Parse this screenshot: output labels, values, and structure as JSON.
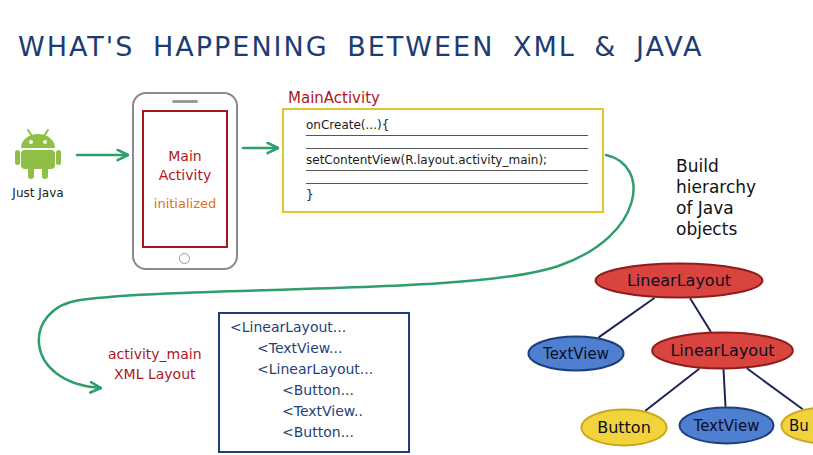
{
  "diagram": {
    "title": "WHAT'S HAPPENING BETWEEN XML & JAVA",
    "nodes": [
      {
        "text": [
          "Just Java"
        ]
      },
      {
        "text": [
          "Main Activity",
          "initialized"
        ]
      },
      {
        "text": [
          "MainActivity",
          "onCreate(...){",
          "setContentView(R.layout.activity_main);",
          "}"
        ]
      },
      {
        "text": [
          "activity_main XML Layout",
          "<LinearLayout...",
          "<TextView...",
          "<LinearLayout...",
          "<Button...",
          "<TextView..",
          "<Button..."
        ]
      },
      {
        "text": [
          "LinearLayout"
        ]
      },
      {
        "text": [
          "TextView"
        ]
      },
      {
        "text": [
          "LinearLayout"
        ]
      },
      {
        "text": [
          "Button"
        ]
      },
      {
        "text": [
          "TextView"
        ]
      },
      {
        "text": [
          "Bu"
        ]
      }
    ],
    "edges": [
      {
        "from": 0,
        "to": 1,
        "arrow": "to"
      },
      {
        "from": 1,
        "to": 2,
        "arrow": "to"
      },
      {
        "from": 2,
        "to": 3,
        "arrow": "to"
      },
      {
        "from": 4,
        "to": 5,
        "arrow": "none"
      },
      {
        "from": 4,
        "to": 6,
        "arrow": "none"
      },
      {
        "from": 6,
        "to": 7,
        "arrow": "none"
      },
      {
        "from": 6,
        "to": 8,
        "arrow": "none"
      },
      {
        "from": 6,
        "to": 9,
        "arrow": "none"
      }
    ],
    "labels": [
      "Build hierarchy of Java objects"
    ]
  }
}
